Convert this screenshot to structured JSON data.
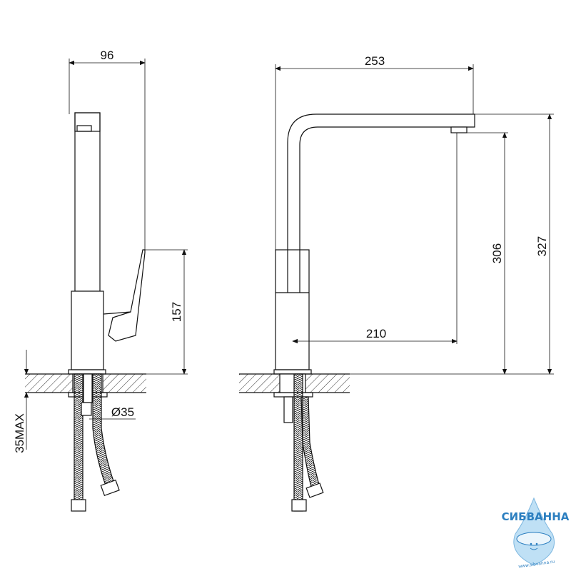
{
  "dimensions": {
    "width_side": "96",
    "width_front": "253",
    "height_total": "327",
    "height_outlet": "306",
    "handle_height": "157",
    "reach": "210",
    "hole_diameter": "Ø35",
    "countertop_max": "35MAX"
  },
  "logo": {
    "name": "СИБВАННА",
    "url": "www.sibvanna.ru"
  }
}
